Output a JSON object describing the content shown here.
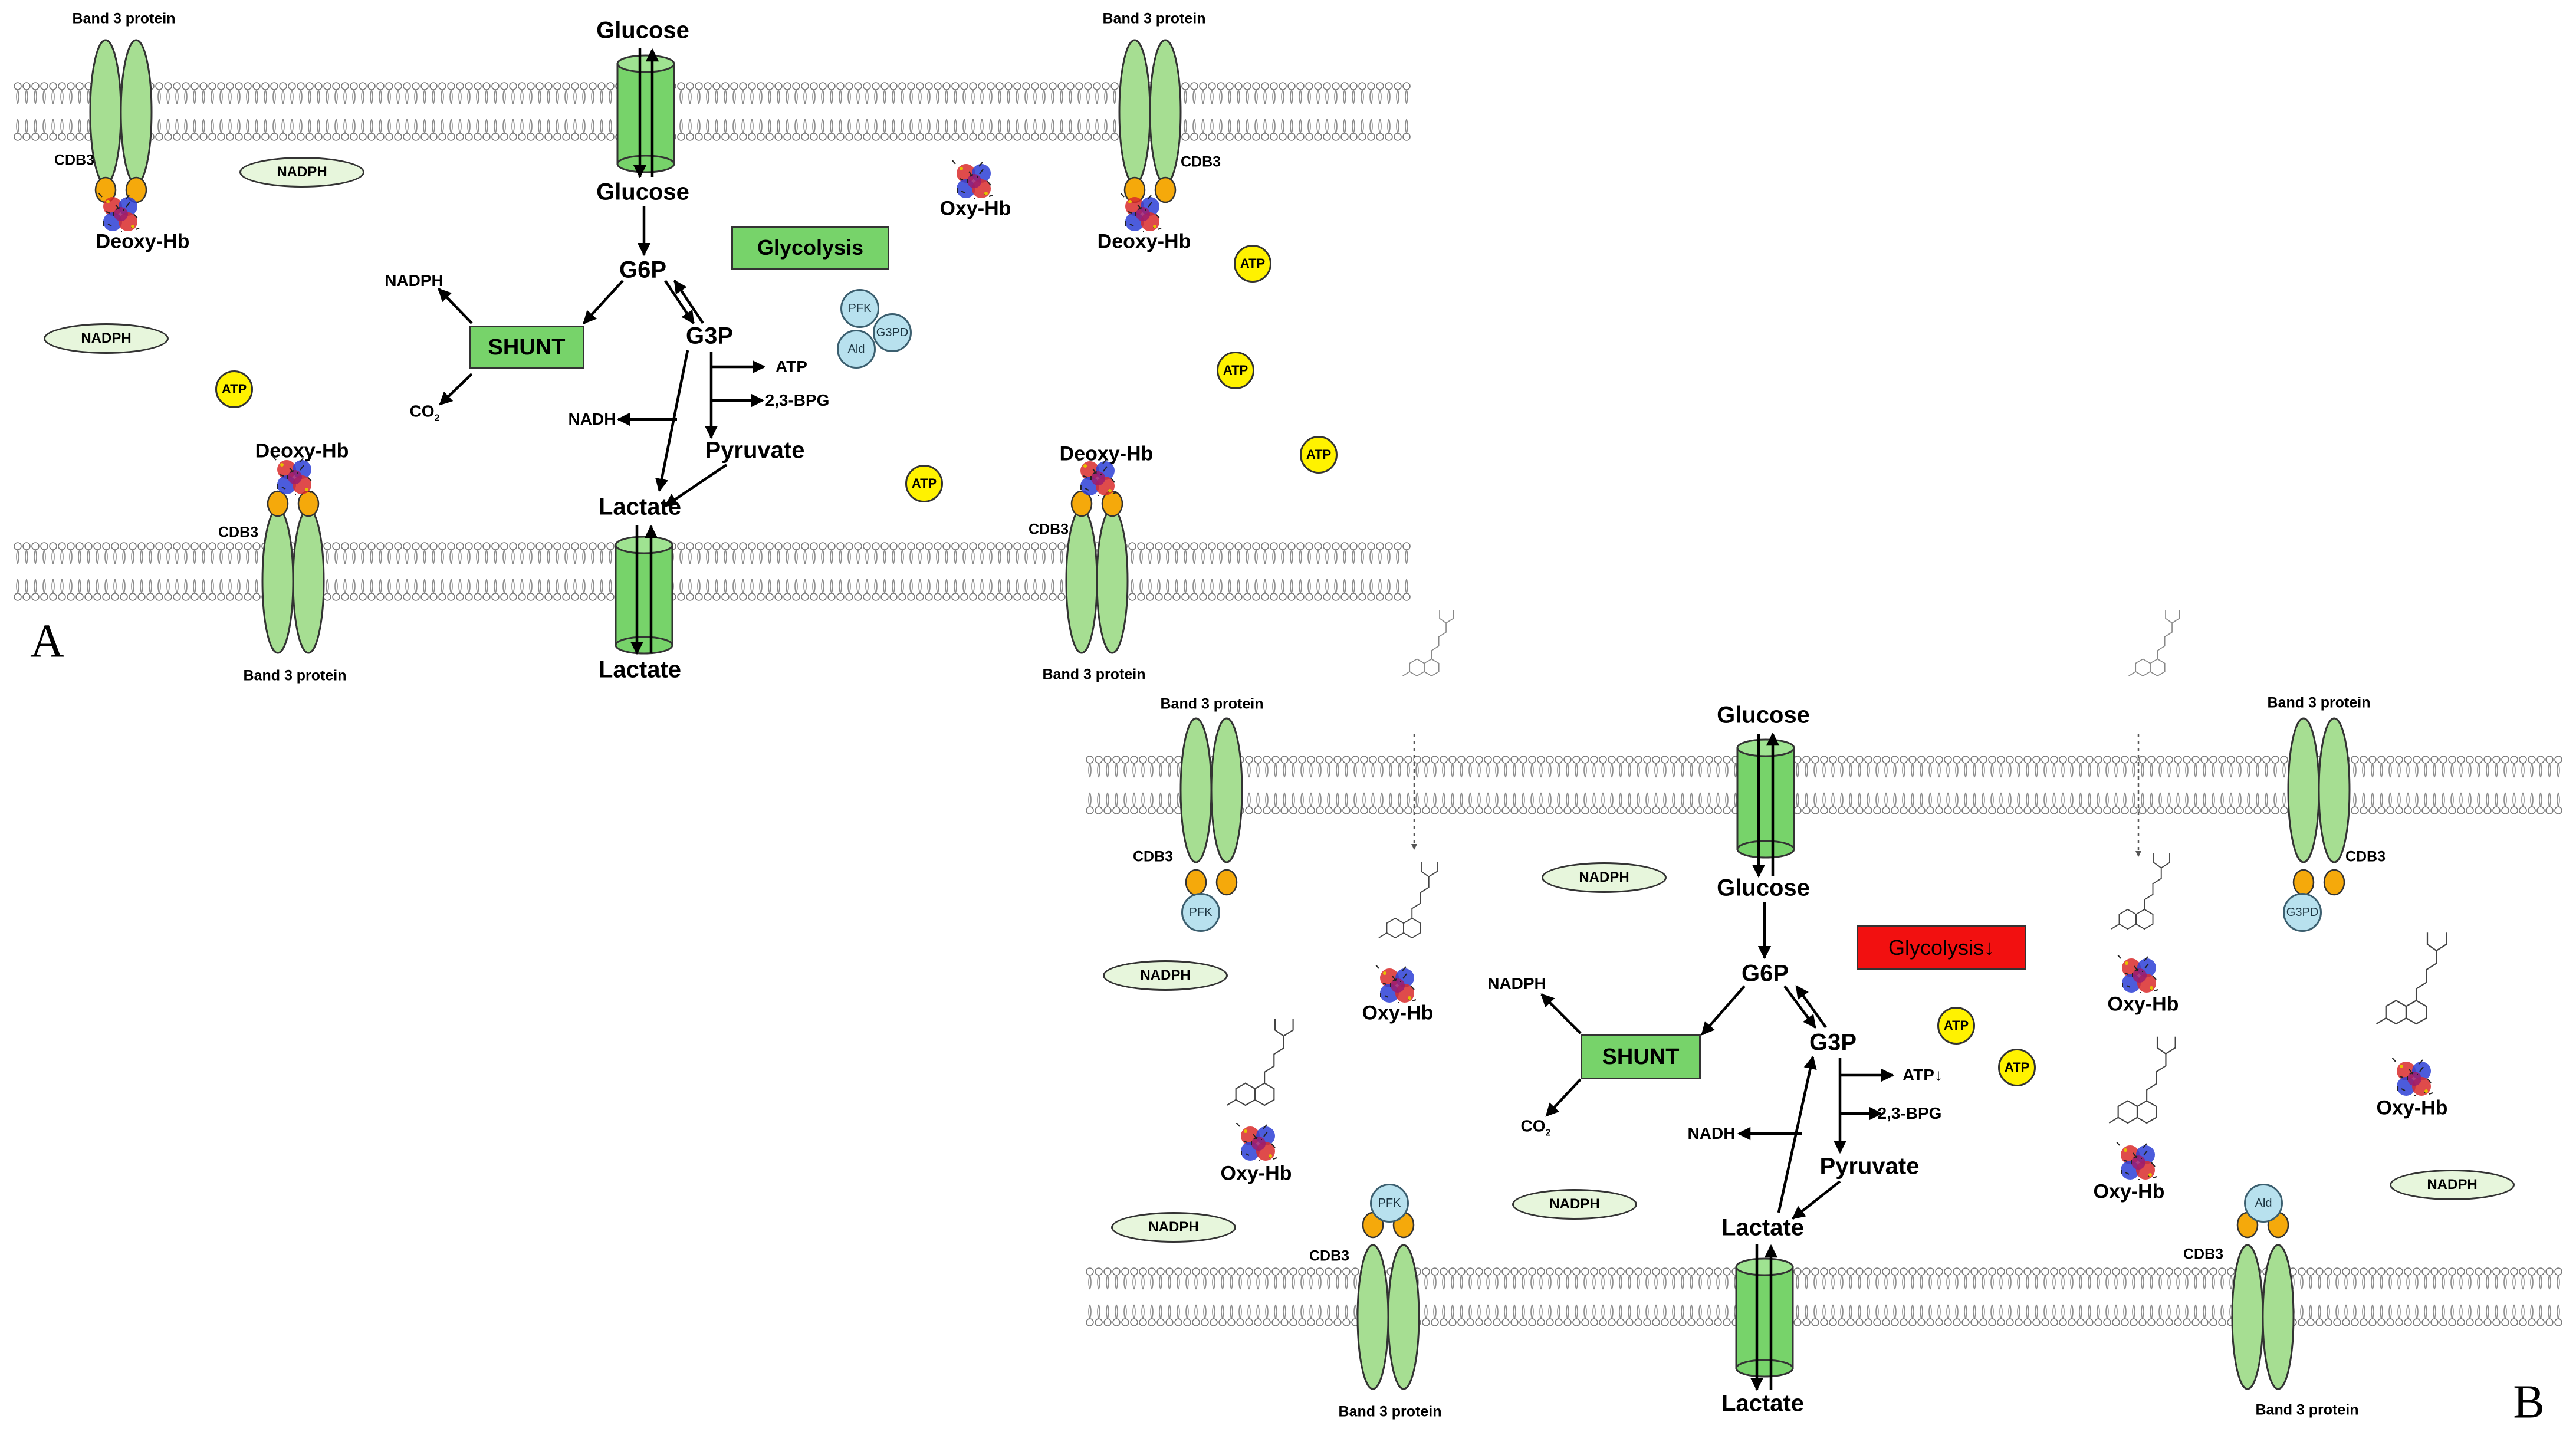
{
  "colors": {
    "membrane_green": "#a6de92",
    "box_green": "#77d36a",
    "box_red": "#f21010",
    "atp_yellow": "#fff200",
    "enzyme_blue": "#b8e1ee",
    "nadph_fill": "#e7f6dc",
    "cdb3_orange": "#f5a90b"
  },
  "panel_a": {
    "letter": "A",
    "band3_top_left": "Band 3 protein",
    "band3_top_right": "Band 3 protein",
    "band3_bottom_left": "Band 3 protein",
    "band3_bottom_right": "Band 3 protein",
    "cdb3_1": "CDB3",
    "cdb3_2": "CDB3",
    "cdb3_3": "CDB3",
    "cdb3_4": "CDB3",
    "deoxy_1": "Deoxy-Hb",
    "deoxy_2": "Deoxy-Hb",
    "deoxy_3": "Deoxy-Hb",
    "deoxy_4": "Deoxy-Hb",
    "oxy_1": "Oxy-Hb",
    "glucose_out": "Glucose",
    "glucose_in": "Glucose",
    "g6p": "G6P",
    "g3p": "G3P",
    "shunt": "SHUNT",
    "glycolysis": "Glycolysis",
    "nadph_shunt": "NADPH",
    "co2": "CO",
    "co2_sub": "2",
    "atp_out": "ATP",
    "bpg": "2,3-BPG",
    "nadh": "NADH",
    "pyruvate": "Pyruvate",
    "lactate_in": "Lactate",
    "lactate_out": "Lactate",
    "nadph_ell_1": "NADPH",
    "nadph_ell_2": "NADPH",
    "atp_coins": [
      "ATP",
      "ATP",
      "ATP",
      "ATP",
      "ATP"
    ],
    "enzymes": [
      "PFK",
      "Ald",
      "G3PD"
    ]
  },
  "panel_b": {
    "letter": "B",
    "band3_top_left": "Band 3 protein",
    "band3_top_right": "Band 3 protein",
    "band3_bottom_left": "Band 3 protein",
    "band3_bottom_right": "Band 3 protein",
    "cdb3_1": "CDB3",
    "cdb3_2": "CDB3",
    "cdb3_3": "CDB3",
    "cdb3_4": "CDB3",
    "enz_pfk_top": "PFK",
    "enz_g3pd_top": "G3PD",
    "enz_pfk_bottom": "PFK",
    "enz_ald_bottom": "Ald",
    "oxy_1": "Oxy-Hb",
    "oxy_2": "Oxy-Hb",
    "oxy_3": "Oxy-Hb",
    "oxy_4": "Oxy-Hb",
    "oxy_5": "Oxy-Hb",
    "glucose_out": "Glucose",
    "glucose_in": "Glucose",
    "g6p": "G6P",
    "g3p": "G3P",
    "shunt": "SHUNT",
    "glycolysis": "Glycolysis↓",
    "nadph_shunt": "NADPH",
    "co2": "CO",
    "co2_sub": "2",
    "atp_out": "ATP↓",
    "bpg": "2,3-BPG",
    "nadh": "NADH",
    "pyruvate": "Pyruvate",
    "lactate_in": "Lactate",
    "lactate_out": "Lactate",
    "nadph_ell": [
      "NADPH",
      "NADPH",
      "NADPH",
      "NADPH",
      "NADPH"
    ],
    "atp_coins": [
      "ATP",
      "ATP"
    ]
  }
}
